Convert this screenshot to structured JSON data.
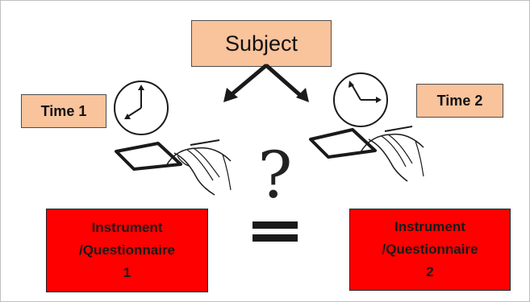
{
  "diagram": {
    "subject": "Subject",
    "time1": "Time 1",
    "time2": "Time 2",
    "question": "?",
    "instrument1": [
      "Instrument",
      "/Questionnaire",
      "1"
    ],
    "instrument2": [
      "Instrument",
      "/Questionnaire",
      "2"
    ]
  },
  "colors": {
    "peach_box": "#f9c39c",
    "red_box": "#ff0000",
    "ink": "#1a1a1a"
  },
  "icons": [
    "arrow-down-left-icon",
    "arrow-down-right-icon",
    "clock-icon",
    "hand-writing-icon",
    "equals-sign-icon"
  ]
}
